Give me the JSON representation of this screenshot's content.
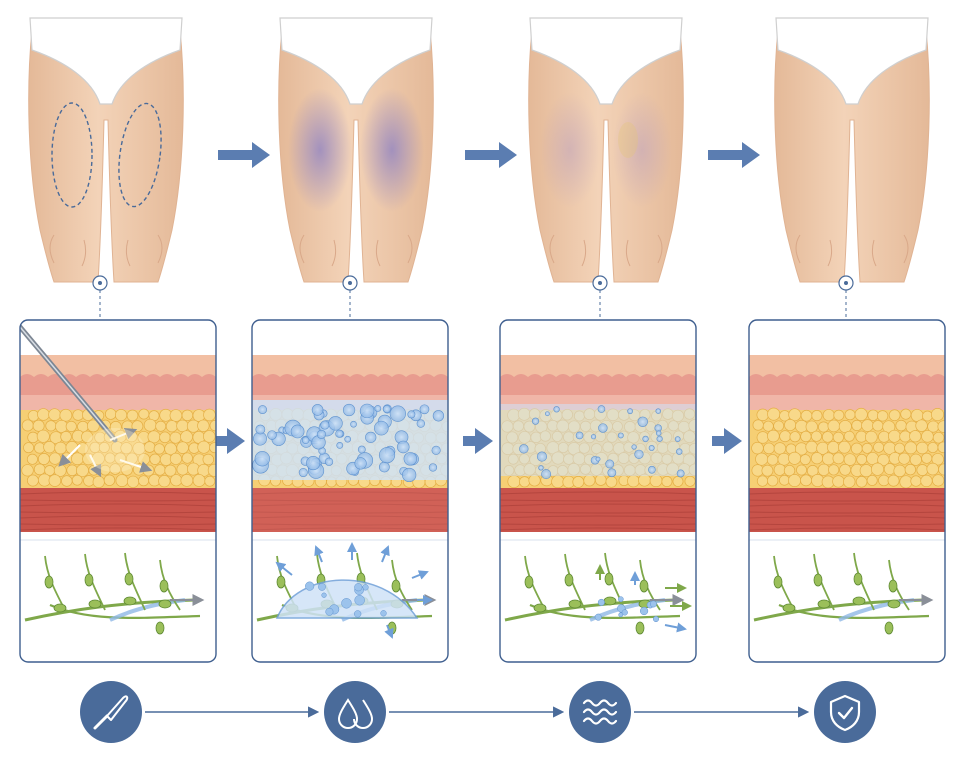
{
  "stages": [
    {
      "id": "treatment",
      "step_icon": "scalpel-icon",
      "thigh_state": "marked",
      "tissue_state": "cannula",
      "lymph_state": "normal"
    },
    {
      "id": "swelling",
      "step_icon": "drops-icon",
      "thigh_state": "bruised",
      "tissue_state": "fluid-heavy",
      "lymph_state": "fluid-pool"
    },
    {
      "id": "drainage",
      "step_icon": "waves-icon",
      "thigh_state": "fading",
      "tissue_state": "fluid-light",
      "lymph_state": "draining"
    },
    {
      "id": "healed",
      "step_icon": "shield-check-icon",
      "thigh_state": "healed",
      "tissue_state": "normal",
      "lymph_state": "normal"
    }
  ],
  "colors": {
    "accent": "#4a6b9a",
    "arrow": "#5b7db1",
    "panel_border": "#3f5f8f",
    "skin": "#f3d3b8",
    "skin_shadow": "#e4b998",
    "bruise": "#8a7fc4",
    "fat": "#f6cf74",
    "fat_stroke": "#e4ae45",
    "muscle": "#c9544b",
    "epidermis": "#f2bfa3",
    "dermis": "#e89c8f",
    "fluid": "#8fb8e6",
    "lymph_vessel": "#7fa84a",
    "lymph_node": "#9bbf5a",
    "lymph_flow": "#8fb8e6",
    "flow_arrow": "#8a8f98",
    "underwear": "#ffffff"
  }
}
